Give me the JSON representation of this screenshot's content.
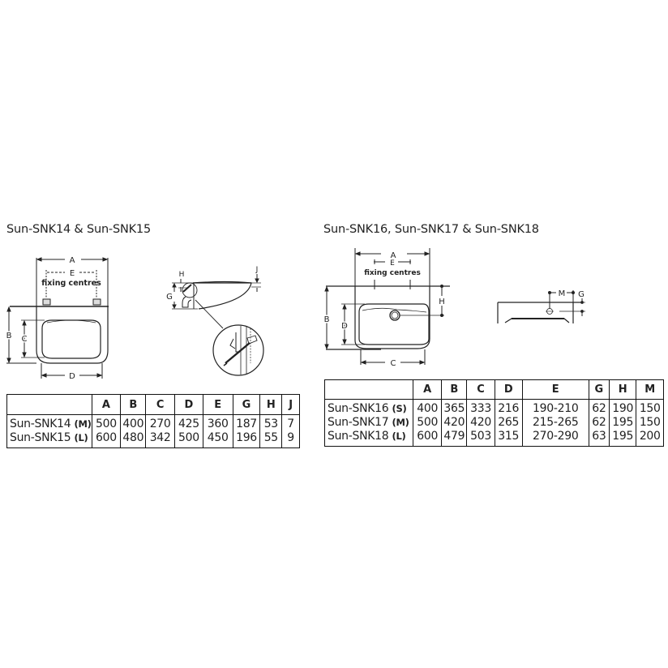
{
  "left_section": {
    "title": "Sun-SNK14 & Sun-SNK15",
    "front_view": {
      "labels": {
        "A": "A",
        "E": "E",
        "fixing": "fixing centres",
        "B": "B",
        "C": "C",
        "D": "D"
      }
    },
    "side_view": {
      "labels": {
        "H": "H",
        "G": "G",
        "J": "J"
      },
      "detail_icon": "bracket-fixing-detail"
    },
    "table": {
      "columns": [
        "A",
        "B",
        "C",
        "D",
        "E",
        "G",
        "H",
        "J"
      ],
      "rows": [
        {
          "model": "Sun-SNK14",
          "size": "(M)",
          "values": [
            "500",
            "400",
            "270",
            "425",
            "360",
            "187",
            "53",
            "7"
          ]
        },
        {
          "model": "Sun-SNK15",
          "size": "(L)",
          "values": [
            "600",
            "480",
            "342",
            "500",
            "450",
            "196",
            "55",
            "9"
          ]
        }
      ]
    }
  },
  "right_section": {
    "title": "Sun-SNK16, Sun-SNK17 & Sun-SNK18",
    "front_view": {
      "labels": {
        "A": "A",
        "E": "E",
        "fixing": "fixing centres",
        "B": "B",
        "D": "D",
        "H": "H",
        "C": "C"
      }
    },
    "side_view": {
      "labels": {
        "M": "M",
        "G": "G"
      }
    },
    "table": {
      "columns": [
        "A",
        "B",
        "C",
        "D",
        "E",
        "G",
        "H",
        "M"
      ],
      "rows": [
        {
          "model": "Sun-SNK16",
          "size": "(S)",
          "values": [
            "400",
            "365",
            "333",
            "216",
            "190-210",
            "62",
            "190",
            "150"
          ]
        },
        {
          "model": "Sun-SNK17",
          "size": "(M)",
          "values": [
            "500",
            "420",
            "420",
            "265",
            "215-265",
            "62",
            "195",
            "150"
          ]
        },
        {
          "model": "Sun-SNK18",
          "size": "(L)",
          "values": [
            "600",
            "479",
            "503",
            "315",
            "270-290",
            "63",
            "195",
            "200"
          ]
        }
      ]
    }
  }
}
